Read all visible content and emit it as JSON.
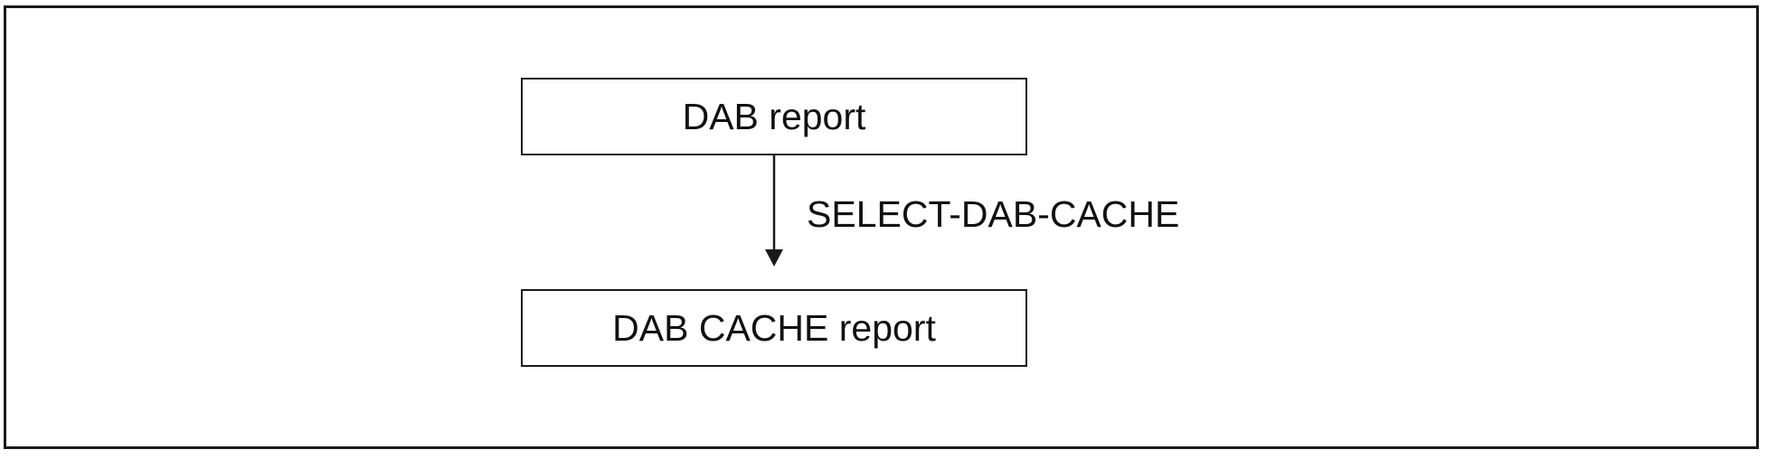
{
  "diagram": {
    "nodes": {
      "source": "DAB report",
      "target": "DAB CACHE report"
    },
    "edge": {
      "label": "SELECT-DAB-CACHE",
      "direction": "down"
    },
    "colors": {
      "line": "#1a1a1a",
      "background": "#ffffff"
    }
  }
}
